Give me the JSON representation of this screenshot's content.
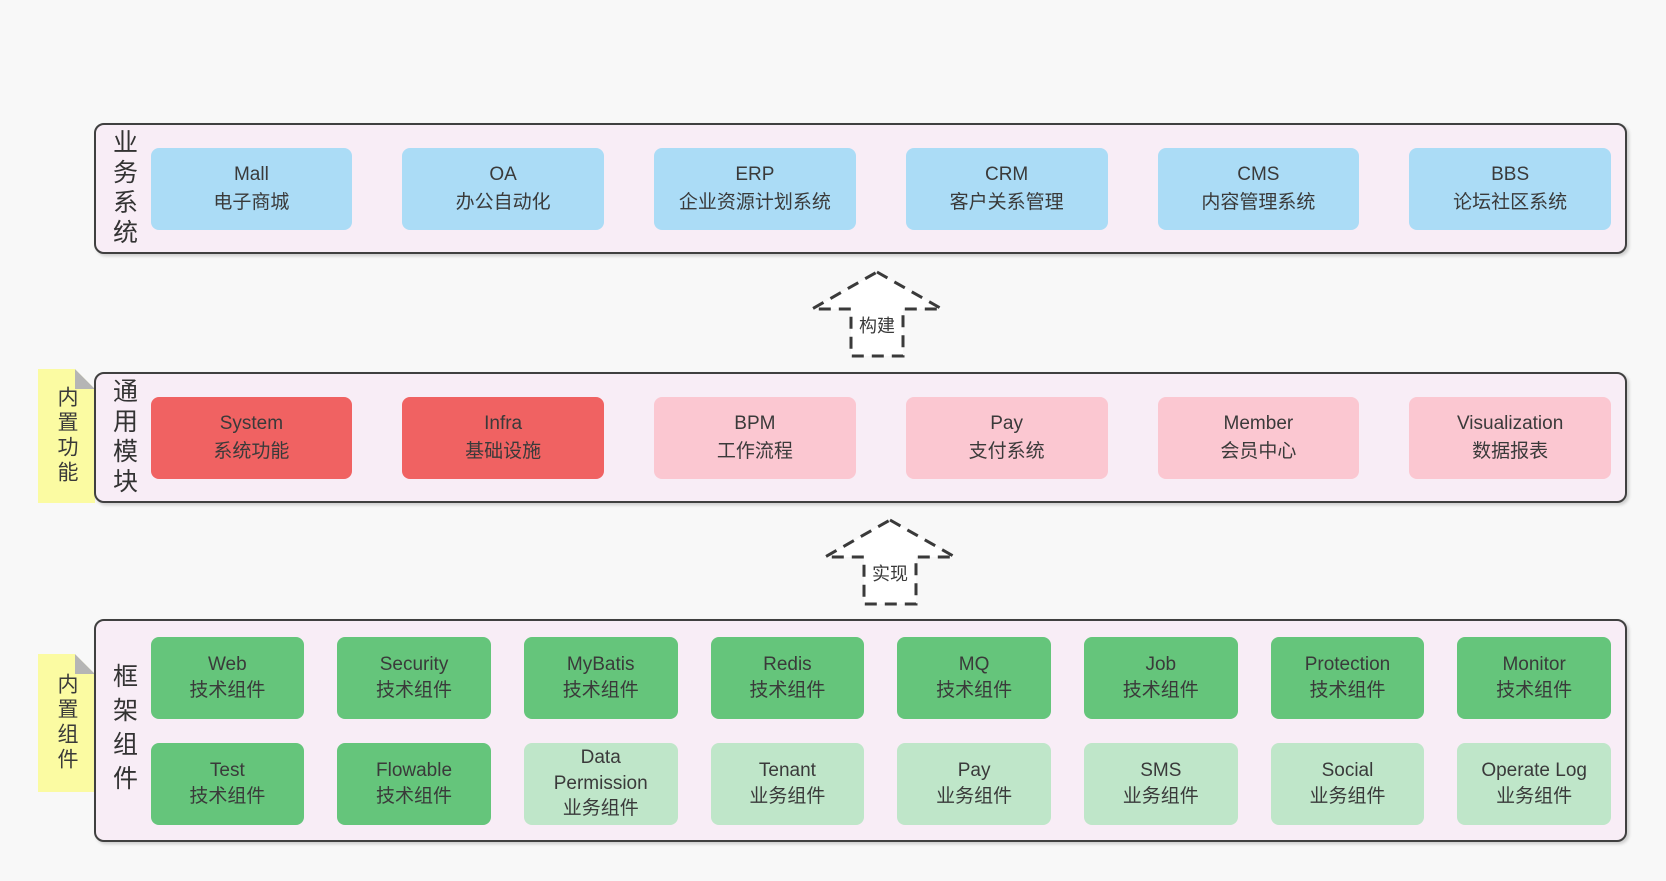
{
  "colors": {
    "page_bg": "#f8f8f8",
    "layer_bg": "#f8edf6",
    "layer_border": "#404040",
    "blue_box": "#abdcf6",
    "red_box": "#f06262",
    "pink_box": "#fbc7d1",
    "green_box": "#65c57b",
    "light_green_box": "#bfe6c9",
    "sticky_yellow": "#fbfba2",
    "sticky_fold_gray": "#b5b5b5",
    "text": "#3a3a3a"
  },
  "arrows": [
    {
      "label": "构建"
    },
    {
      "label": "实现"
    }
  ],
  "layers": [
    {
      "id": "business-systems",
      "label": "业务系统",
      "boxes": [
        {
          "en": "Mall",
          "zh": "电子商城",
          "variant": "blue"
        },
        {
          "en": "OA",
          "zh": "办公自动化",
          "variant": "blue"
        },
        {
          "en": "ERP",
          "zh": "企业资源计划系统",
          "variant": "blue"
        },
        {
          "en": "CRM",
          "zh": "客户关系管理",
          "variant": "blue"
        },
        {
          "en": "CMS",
          "zh": "内容管理系统",
          "variant": "blue"
        },
        {
          "en": "BBS",
          "zh": "论坛社区系统",
          "variant": "blue"
        }
      ]
    },
    {
      "id": "common-modules",
      "label": "通用模块",
      "sticky": "内置功能",
      "boxes": [
        {
          "en": "System",
          "zh": "系统功能",
          "variant": "red"
        },
        {
          "en": "Infra",
          "zh": "基础设施",
          "variant": "red"
        },
        {
          "en": "BPM",
          "zh": "工作流程",
          "variant": "pink"
        },
        {
          "en": "Pay",
          "zh": "支付系统",
          "variant": "pink"
        },
        {
          "en": "Member",
          "zh": "会员中心",
          "variant": "pink"
        },
        {
          "en": "Visualization",
          "zh": "数据报表",
          "variant": "pink"
        }
      ]
    },
    {
      "id": "framework-components",
      "label": "框架组件",
      "sticky": "内置组件",
      "boxes": [
        {
          "en": "Web",
          "zh": "技术组件",
          "variant": "green"
        },
        {
          "en": "Security",
          "zh": "技术组件",
          "variant": "green"
        },
        {
          "en": "MyBatis",
          "zh": "技术组件",
          "variant": "green"
        },
        {
          "en": "Redis",
          "zh": "技术组件",
          "variant": "green"
        },
        {
          "en": "MQ",
          "zh": "技术组件",
          "variant": "green"
        },
        {
          "en": "Job",
          "zh": "技术组件",
          "variant": "green"
        },
        {
          "en": "Protection",
          "zh": "技术组件",
          "variant": "green"
        },
        {
          "en": "Monitor",
          "zh": "技术组件",
          "variant": "green"
        },
        {
          "en": "Test",
          "zh": "技术组件",
          "variant": "green"
        },
        {
          "en": "Flowable",
          "zh": "技术组件",
          "variant": "green"
        },
        {
          "en": "Data Permission",
          "zh": "业务组件",
          "variant": "lightgreen"
        },
        {
          "en": "Tenant",
          "zh": "业务组件",
          "variant": "lightgreen"
        },
        {
          "en": "Pay",
          "zh": "业务组件",
          "variant": "lightgreen"
        },
        {
          "en": "SMS",
          "zh": "业务组件",
          "variant": "lightgreen"
        },
        {
          "en": "Social",
          "zh": "业务组件",
          "variant": "lightgreen"
        },
        {
          "en": "Operate Log",
          "zh": "业务组件",
          "variant": "lightgreen"
        }
      ]
    }
  ]
}
